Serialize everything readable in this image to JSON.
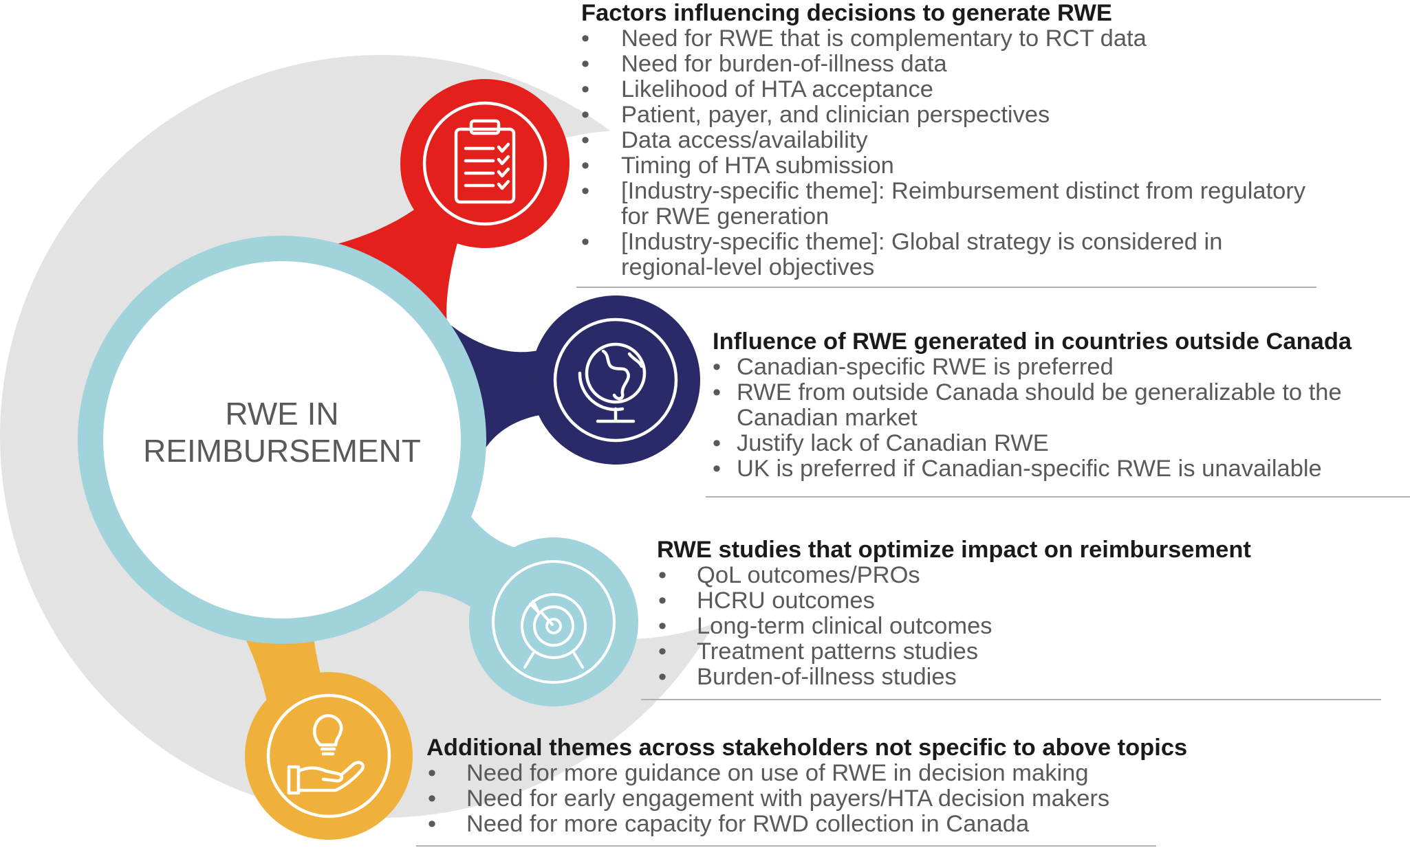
{
  "center": {
    "line1": "RWE IN",
    "line2": "REIMBURSEMENT"
  },
  "colors": {
    "red": "#e3201b",
    "navy": "#292a67",
    "light_blue": "#a0d3dc",
    "orange": "#efb13b",
    "gray": "#e3e3e3"
  },
  "icons": {
    "red": "clipboard-checklist-icon",
    "navy": "globe-icon",
    "light_blue": "target-icon",
    "orange": "hand-lightbulb-icon"
  },
  "sections": [
    {
      "title": "Factors influencing decisions to generate RWE",
      "bullet": "•",
      "items": [
        "Need for RWE that is complementary to RCT data",
        "Need for burden-of-illness data",
        "Likelihood of HTA acceptance",
        "Patient, payer, and clinician perspectives",
        "Data access/availability",
        "Timing of HTA submission",
        "[Industry-specific theme]: Reimbursement distinct from regulatory for RWE generation",
        "[Industry-specific theme]: Global strategy is considered in regional-level objectives"
      ]
    },
    {
      "title": "Influence of RWE generated in countries outside Canada",
      "bullet": "•",
      "items": [
        "Canadian-specific RWE is preferred",
        "RWE from outside Canada should be generalizable to the Canadian market",
        "Justify lack of Canadian RWE",
        "UK is preferred if Canadian-specific RWE is unavailable"
      ]
    },
    {
      "title": "RWE studies that optimize impact on reimbursement",
      "bullet": "•",
      "items": [
        "QoL outcomes/PROs",
        "HCRU outcomes",
        "Long-term clinical outcomes",
        "Treatment patterns studies",
        "Burden-of-illness studies"
      ]
    },
    {
      "title": "Additional themes across stakeholders not specific to above topics",
      "bullet": "•",
      "items": [
        "Need for more guidance on use of RWE in decision making",
        "Need for early engagement with payers/HTA decision makers",
        "Need for more capacity for RWD collection in Canada"
      ]
    }
  ]
}
